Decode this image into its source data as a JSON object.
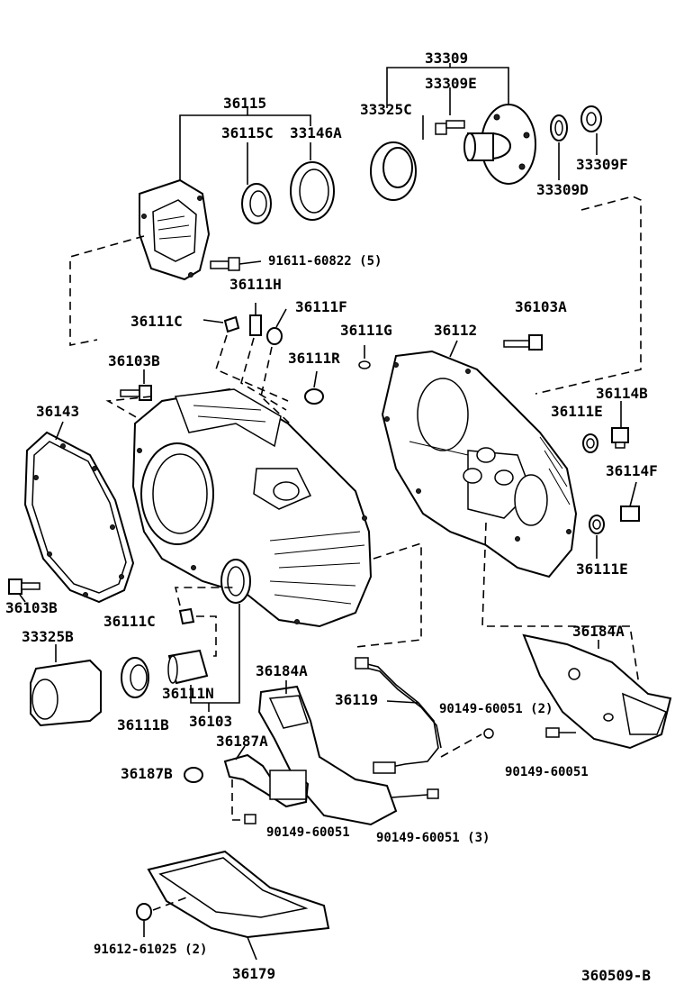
{
  "diagram_id": "360509-B",
  "labels": {
    "p33309": "33309",
    "p33309E": "33309E",
    "p33325C": "33325C",
    "p33309D": "33309D",
    "p33309F": "33309F",
    "p36115": "36115",
    "p36115C": "36115C",
    "p33146A": "33146A",
    "p91611": "91611-60822 (5)",
    "p36111H": "36111H",
    "p36111C_top": "36111C",
    "p36111F": "36111F",
    "p36111G": "36111G",
    "p36112": "36112",
    "p36103A": "36103A",
    "p36103B_top": "36103B",
    "p36111R": "36111R",
    "p36114B": "36114B",
    "p36111E_top": "36111E",
    "p36143": "36143",
    "p36114F": "36114F",
    "p36111E_bot": "36111E",
    "p36103B_bot": "36103B",
    "p36111C_bot": "36111C",
    "p36184A_right": "36184A",
    "p33325B": "33325B",
    "p36184A_mid": "36184A",
    "p36119": "36119",
    "p90149_2": "90149-60051 (2)",
    "p36111N": "36111N",
    "p36111B": "36111B",
    "p36103": "36103",
    "p36187A": "36187A",
    "p90149_right": "90149-60051",
    "p36187B": "36187B",
    "p90149_left": "90149-60051",
    "p90149_3": "90149-60051 (3)",
    "p91612": "91612-61025 (2)",
    "p36179": "36179",
    "p360509B": "360509-B"
  }
}
